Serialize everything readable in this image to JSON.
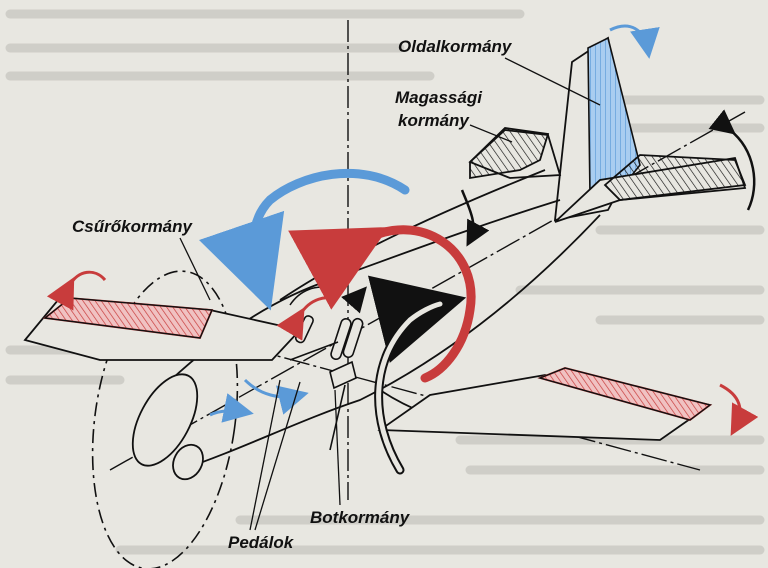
{
  "diagram": {
    "labels": {
      "oldalkormany": "Oldalkormány",
      "magassagi_1": "Magassági",
      "magassagi_2": "kormány",
      "csurokormany": "Csűrőkormány",
      "botkormany": "Botkormány",
      "pedalok": "Pedálok"
    },
    "colors": {
      "ink": "#111111",
      "red": "#c83c3c",
      "blue": "#5b9ad8",
      "paper": "#e8e7e1",
      "bleed_text": "#c3c2bc"
    }
  }
}
